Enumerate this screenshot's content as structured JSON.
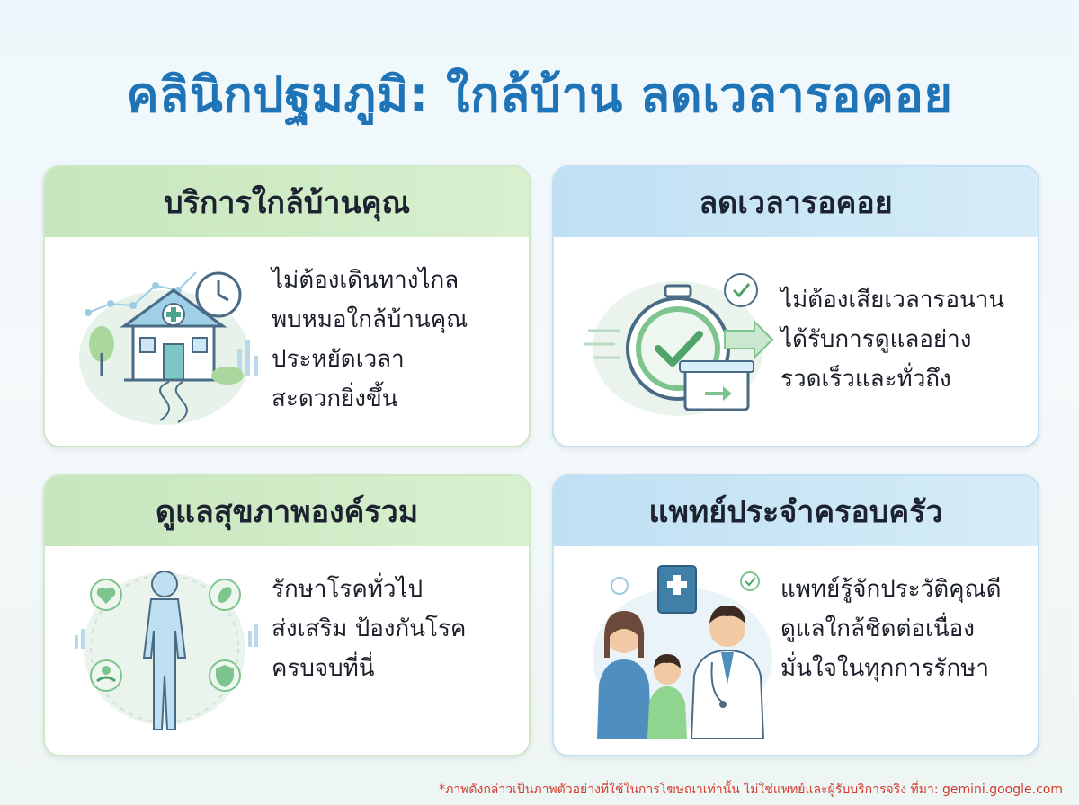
{
  "title": "คลินิกปฐมภูมิ: ใกล้บ้าน ลดเวลารอคอย",
  "cards": [
    {
      "heading": "บริการใกล้บ้านคุณ",
      "lines": [
        "ไม่ต้องเดินทางไกล",
        "พบหมอใกล้บ้านคุณ",
        "ประหยัดเวลา",
        "สะดวกยิ่งขึ้น"
      ],
      "icon": "clinic-house-icon"
    },
    {
      "heading": "ลดเวลารอคอย",
      "lines": [
        "ไม่ต้องเสียเวลารอนาน",
        "ได้รับการดูแลอย่าง",
        "รวดเร็วและทั่วถึง"
      ],
      "icon": "stopwatch-check-icon"
    },
    {
      "heading": "ดูแลสุขภาพองค์รวม",
      "lines": [
        "รักษาโรคทั่วไป",
        "ส่งเสริม ป้องกันโรค",
        "ครบจบที่นี่"
      ],
      "icon": "holistic-body-icon"
    },
    {
      "heading": "แพทย์ประจำครอบครัว",
      "lines": [
        "แพทย์รู้จักประวัติคุณดี",
        "ดูแลใกล้ชิดต่อเนื่อง",
        "มั่นใจในทุกการรักษา"
      ],
      "icon": "family-doctor-icon"
    }
  ],
  "footnote": "*ภาพดังกล่าวเป็นภาพตัวอย่างที่ใช้ในการโฆษณาเท่านั้น ไม่ใช่แพทย์และผู้รับบริการจริง ที่มา: gemini.google.com",
  "colors": {
    "title": "#1f73b7",
    "green_header": "#c6e6bd",
    "blue_header": "#bfe0f3",
    "footnote": "#d43a2f"
  }
}
